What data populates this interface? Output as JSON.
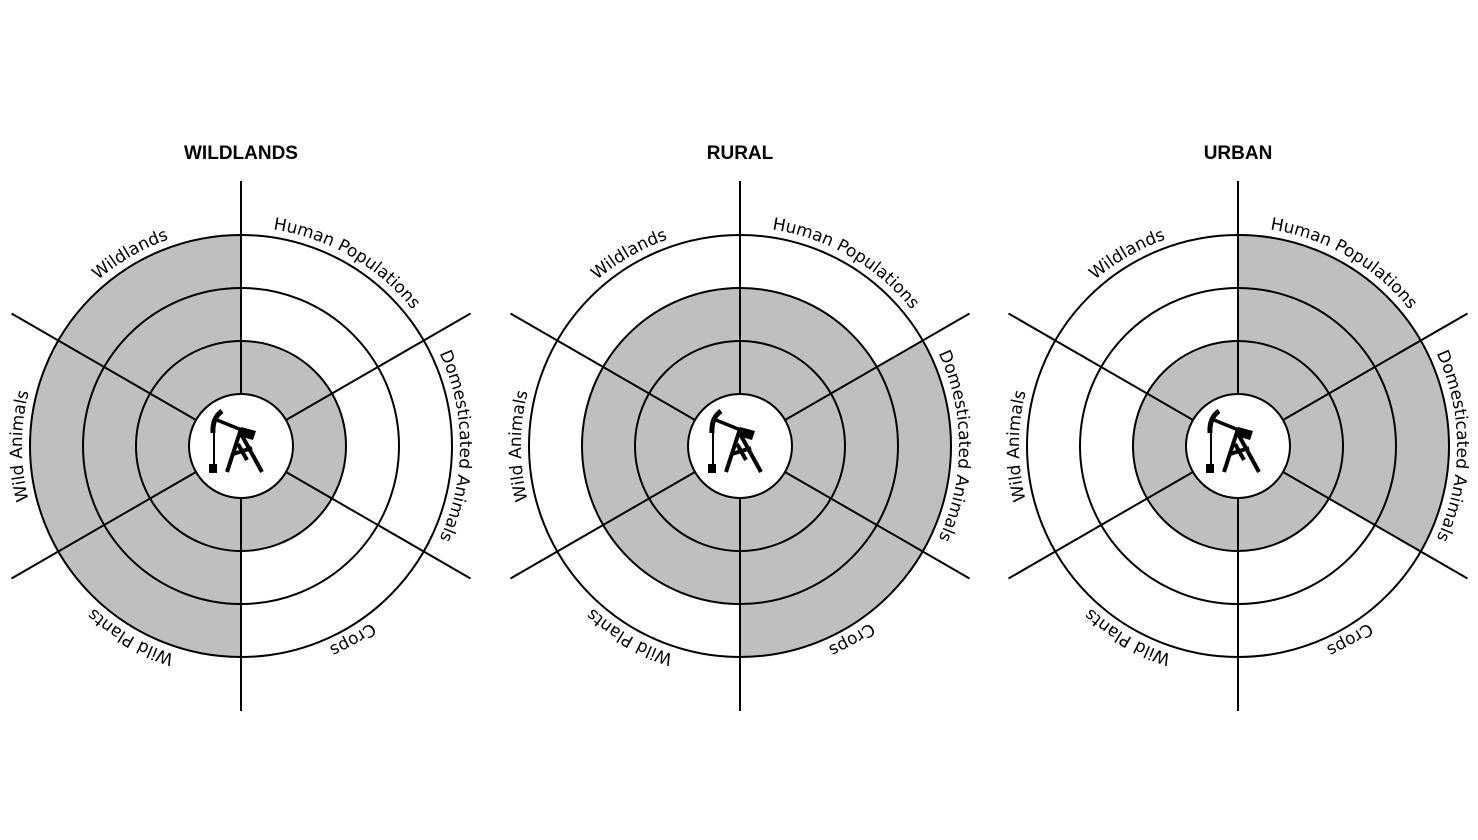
{
  "sector_labels": [
    "Human Populations",
    "Domesticated Animals",
    "Crops",
    "Wild Plants",
    "Wild Animals",
    "Wildlands"
  ],
  "diagrams": [
    {
      "title": "WILDLANDS",
      "levels": [
        1,
        1,
        1,
        3,
        3,
        3
      ]
    },
    {
      "title": "RURAL",
      "levels": [
        2,
        3,
        3,
        2,
        2,
        2
      ]
    },
    {
      "title": "URBAN",
      "levels": [
        3,
        3,
        1,
        1,
        1,
        1
      ]
    }
  ],
  "center_icon": "oil-pump-jack-icon",
  "colors": {
    "shaded": "#bfbfbf",
    "line": "#000000",
    "background": "#ffffff"
  }
}
